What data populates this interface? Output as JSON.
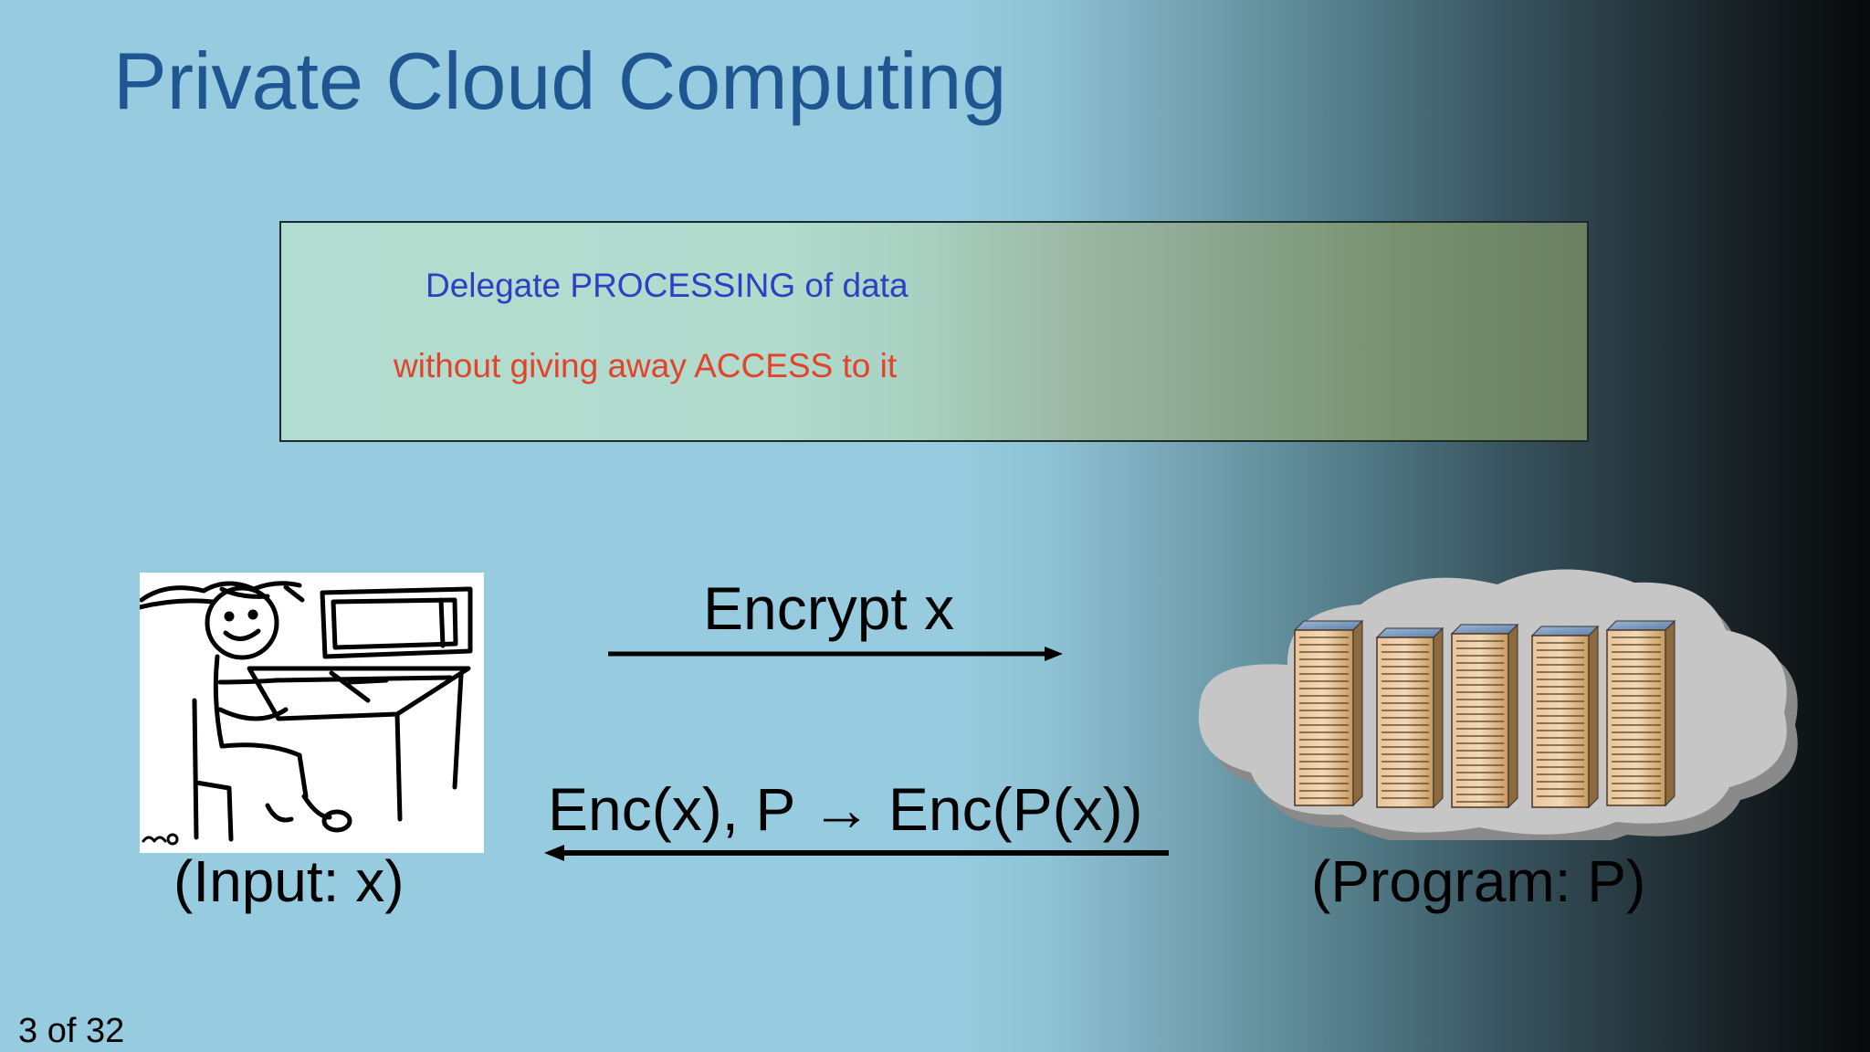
{
  "slide": {
    "title": "Private Cloud Computing",
    "callout": {
      "line1": "Delegate PROCESSING of data",
      "line2": "without giving away ACCESS to it"
    },
    "client_label": "(Input: x)",
    "server_label": "(Program: P)",
    "forward_arrow_label": "Encrypt x",
    "return_arrow_label": "Enc(x), P → Enc(P(x))",
    "page_indicator": "3 of 32",
    "client_picture_signature": "ms",
    "colors": {
      "title": "#1f5691",
      "callout_line1": "#2f3fc4",
      "callout_line2": "#e3432a",
      "server_body": "#c89a5e",
      "cloud_fill": "#c6c6c6"
    },
    "icons": {
      "client": "stick-figure-at-computer-drawing",
      "server": "server-racks-in-cloud"
    }
  }
}
